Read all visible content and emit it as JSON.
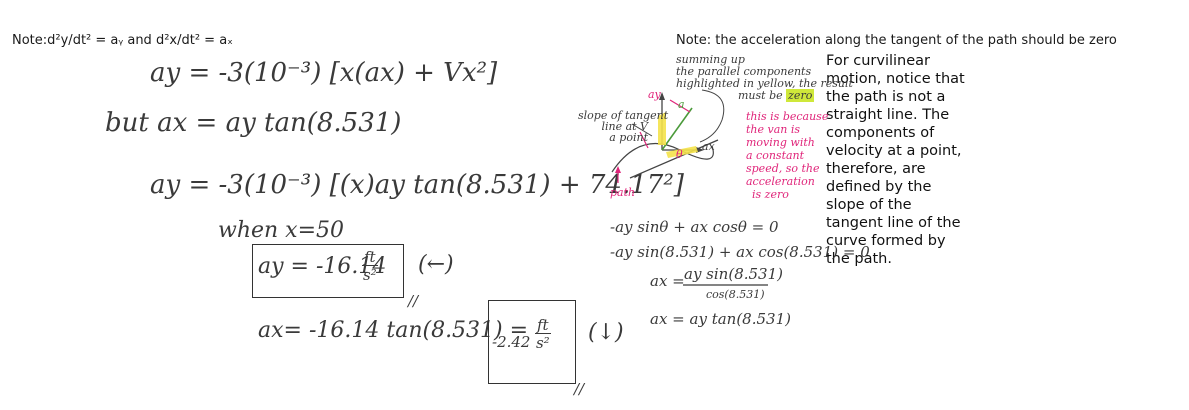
{
  "header": {
    "note_left": "Note:d²y/dt² = aᵧ and d²x/dt² = aₓ",
    "note_right": "Note: the acceleration along the tangent of the path should be zero"
  },
  "explanation_lines": [
    "For curvilinear",
    "motion, notice that",
    "the path is not a",
    "straight line. The",
    "components of",
    "velocity at a point,",
    "therefore, are",
    "defined by the",
    "slope of the",
    "tangent line of the",
    "curve formed by",
    "the path."
  ],
  "work": {
    "line1": "ay = -3(10⁻³) [x(ax) + Vx²]",
    "line2": "but  ax = ay tan(8.531)",
    "line3": "ay = -3(10⁻³) [(x)ay tan(8.531) + 74.17²]",
    "line4": "when x=50",
    "ay_result": "ay = -16.14",
    "unit_num": "ft",
    "unit_den": "s²",
    "arrow_ay": "(←)",
    "ax_line": "ax= -16.14 tan(8.531) =",
    "ax_result": "-2.42",
    "arrow_ax": "(↓)",
    "mark": "//"
  },
  "diagram": {
    "top_note_1": "summing up",
    "top_note_2": "the parallel components",
    "top_note_3": "highlighted in yellow, the result",
    "top_note_4": "must be",
    "zero_label": "zero",
    "slope_label_1": "slope of tangent",
    "slope_label_2": "line at V",
    "slope_label_3": "a point",
    "ay_label": "ay",
    "a_label": "a",
    "ax_label": "ax",
    "theta_label": "θ",
    "path_label": "path",
    "reason_lines": [
      "this is because",
      "the van is",
      "moving with",
      "a constant",
      "speed, so the",
      "acceleration",
      "is zero"
    ],
    "eq1": "-ay sinθ + ax cosθ = 0",
    "eq2": "-ay sin(8.531) + ax cos(8.531) = 0",
    "eq3_left": "ax =",
    "eq3_num": "ay sin(8.531)",
    "eq3_den": "cos(8.531)",
    "eq4": "ax = ay tan(8.531)"
  },
  "colors": {
    "pink": "#e0257a",
    "yellow": "#f4e24a",
    "highlight": "#cfe83a"
  }
}
